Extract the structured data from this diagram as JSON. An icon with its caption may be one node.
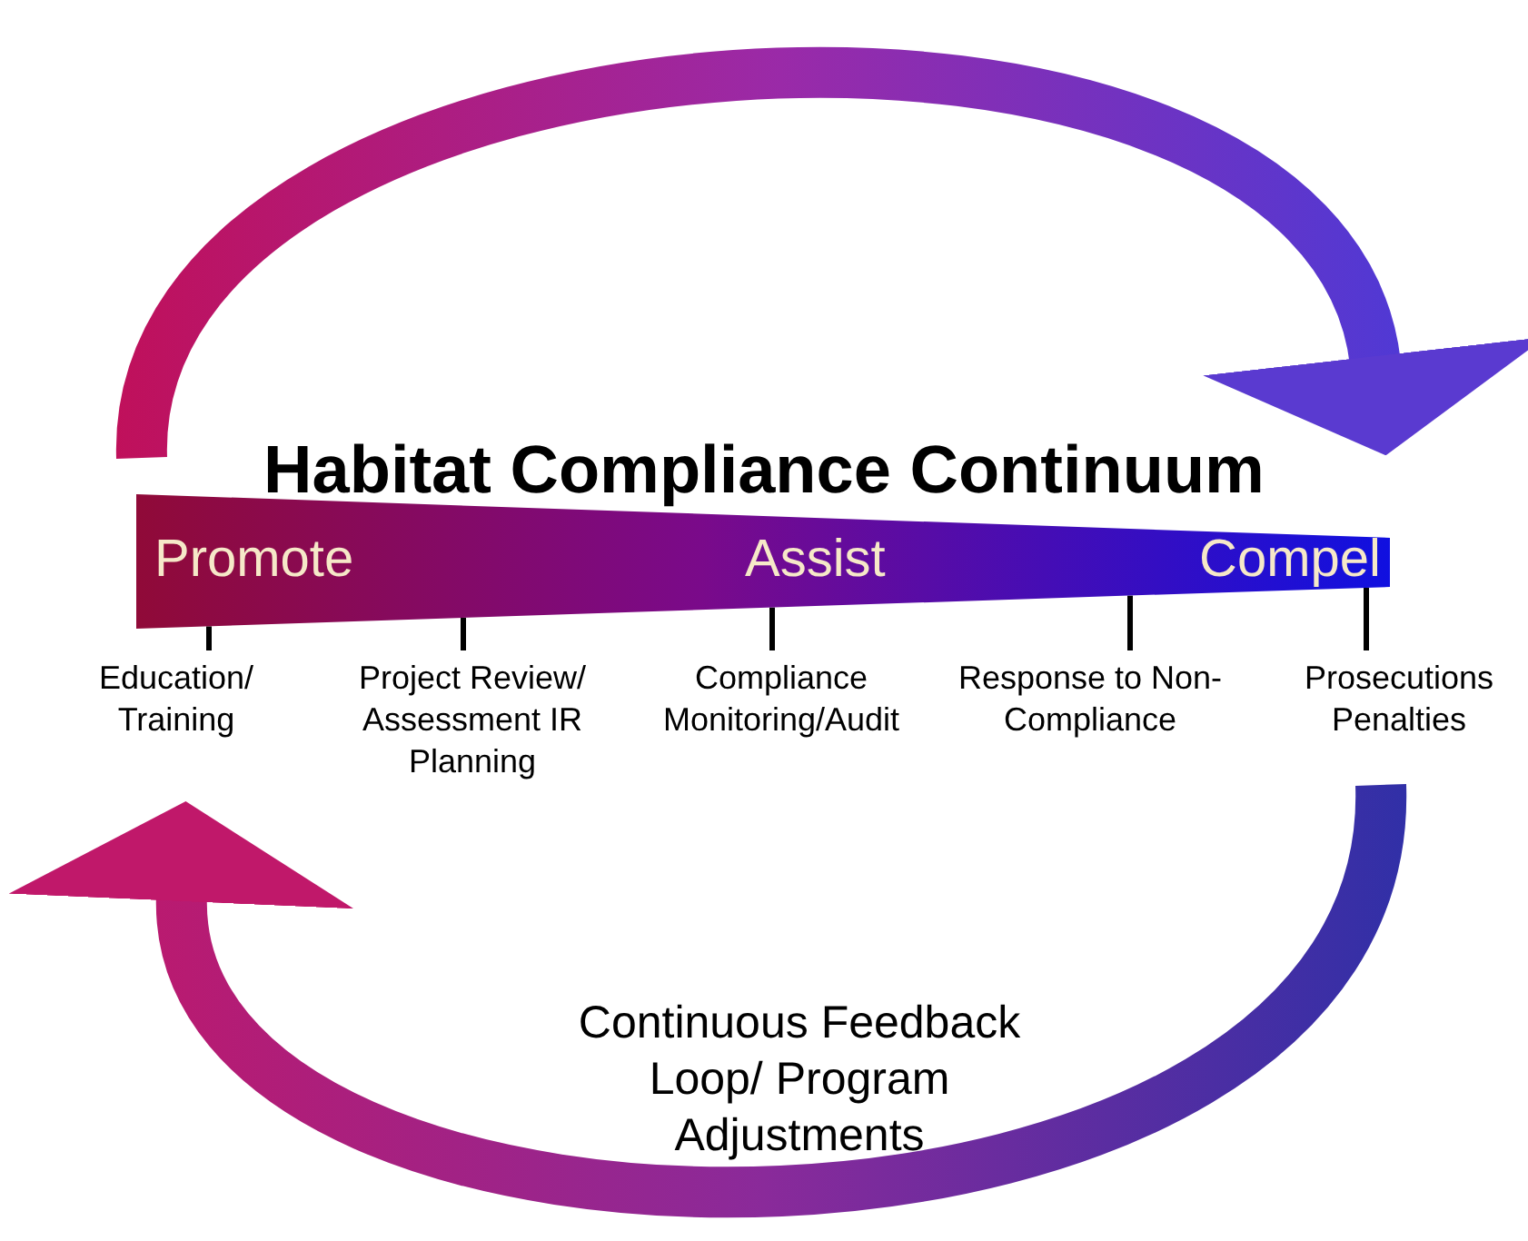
{
  "diagram": {
    "title": "Habitat Compliance Continuum",
    "nodes": [
      {
        "text": [
          "Promote",
          "Assist",
          "Compel"
        ]
      },
      {
        "text": [
          "Education/ Training"
        ]
      },
      {
        "text": [
          "Project Review/ Assessment IR Planning"
        ]
      },
      {
        "text": [
          "Compliance Monitoring/Audit"
        ]
      },
      {
        "text": [
          "Response to Non-Compliance"
        ]
      },
      {
        "text": [
          "Prosecutions Penalties"
        ]
      }
    ],
    "edges": [
      {
        "from": 0,
        "to": 1,
        "arrow": "none"
      },
      {
        "from": 0,
        "to": 2,
        "arrow": "none"
      },
      {
        "from": 0,
        "to": 3,
        "arrow": "none"
      },
      {
        "from": 0,
        "to": 4,
        "arrow": "none"
      },
      {
        "from": 0,
        "to": 5,
        "arrow": "none"
      },
      {
        "from": 0,
        "to": 0,
        "arrow": "to",
        "style": "thick"
      },
      {
        "from": 5,
        "to": 1,
        "arrow": "to",
        "style": "thick"
      }
    ],
    "labels": [
      "Continuous Feedback Loop/ Program Adjustments"
    ]
  }
}
